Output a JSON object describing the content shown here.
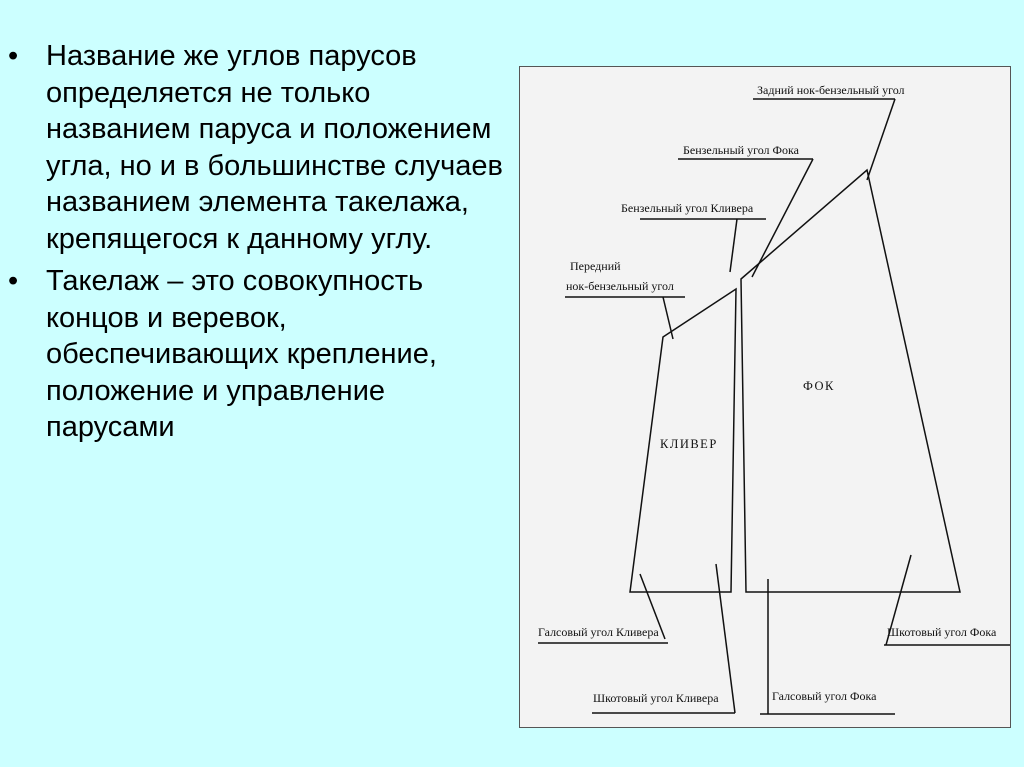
{
  "bullets": [
    {
      "mark": "•",
      "text": " Название же углов парусов определяется не только названием паруса и положением угла, но и в большинстве случаев названием элемента такелажа, крепящегося к данному углу."
    },
    {
      "mark": "•",
      "text": "Такелаж – это совокупность концов и веревок, обеспечивающих крепление, положение и управление парусами"
    }
  ],
  "diagram": {
    "sails": {
      "jib": "КЛИВЕР",
      "foresail": "ФОК"
    },
    "labels": {
      "aft_peak_corner": "Задний нок-бензельный угол",
      "fore_head_corner": "Бензельный угол Фока",
      "jib_head_corner": "Бензельный угол Кливера",
      "fore_peak_corner_line1": "Передний",
      "fore_peak_corner_line2": "нок-бензельный угол",
      "jib_tack_corner": "Галсовый угол Кливера",
      "fore_clew_corner": "Шкотовый угол Фока",
      "jib_clew_corner": "Шкотовый угол Кливера",
      "fore_tack_corner": "Галсовый угол Фока"
    }
  }
}
